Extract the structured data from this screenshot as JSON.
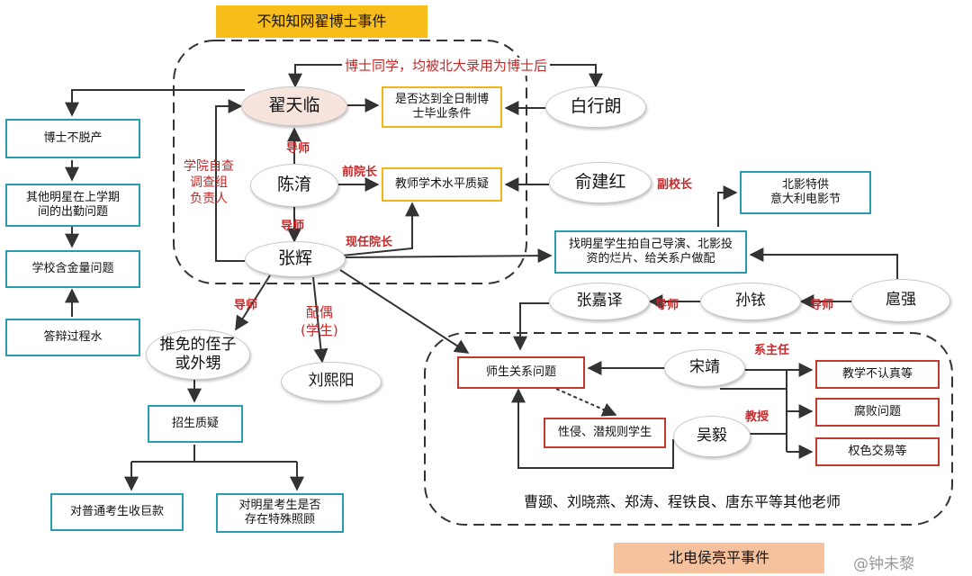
{
  "banners": {
    "top": "不知知网翟博士事件",
    "bottom": "北电侯亮平事件"
  },
  "nodes": {
    "zhai_tianlin": "翟天临",
    "chen_kun": "陈淯",
    "zhang_hui": "张辉",
    "bai_xinglang": "白行朗",
    "yu_jianhong": "俞建红",
    "recommended_relative": "推免的侄子\n或外甥",
    "liu_xiyang": "刘熙阳",
    "zhang_jiayi": "张嘉译",
    "sun_yi": "孙铱",
    "jie_qiang": "扈强",
    "song_jing": "宋靖",
    "wu_yi": "吴毅"
  },
  "boxes": {
    "fulltime_criteria": "是否达到全日制博\n士毕业条件",
    "teacher_quality": "教师学术水平质疑",
    "phd_not_offjob": "博士不脱产",
    "attendance": "其他明星在上学期\n间的出勤问题",
    "school_quality": "学校含金量问题",
    "defense_water": "答辩过程水",
    "star_students": "找明星学生拍自己导演、北影投\n资的烂片、给关系户做配",
    "film_festival": "北影特供\n意大利电影节",
    "admission_doubt": "招生质疑",
    "huge_fees": "对普通考生收巨款",
    "special_care": "对明星考生是否\n存在特殊照顾",
    "teacher_student": "师生关系问题",
    "harassment": "性侵、潜规则学生",
    "careless_teaching": "教学不认真等",
    "corruption": "腐败问题",
    "power_sex": "权色交易等"
  },
  "labels": {
    "phd_classmates": "博士同学，均被北大录用为博士后",
    "advisor_1": "导师",
    "advisor_2": "导师",
    "advisor_3": "导师",
    "advisor_4": "导师",
    "advisor_5": "导师",
    "former_dean": "前院长",
    "current_dean": "现任院长",
    "vice_president": "副校长",
    "spouse": "配偶\n(学生)",
    "investigation": "学院自查\n调查组\n负责人",
    "dept_head": "系主任",
    "professor": "教授"
  },
  "other_teachers": "曹颋、刘晓燕、郑涛、程铁良、唐东平等其他老师",
  "watermark": "@钟未黎",
  "colors": {
    "teal": "#2b9bb0",
    "gold": "#f2b416",
    "red": "#c0392b",
    "label_red": "#c62828",
    "banner_top": "#f7be1b",
    "banner_bottom": "#f6c29e",
    "zhai_fill": "#f7e4dc"
  }
}
